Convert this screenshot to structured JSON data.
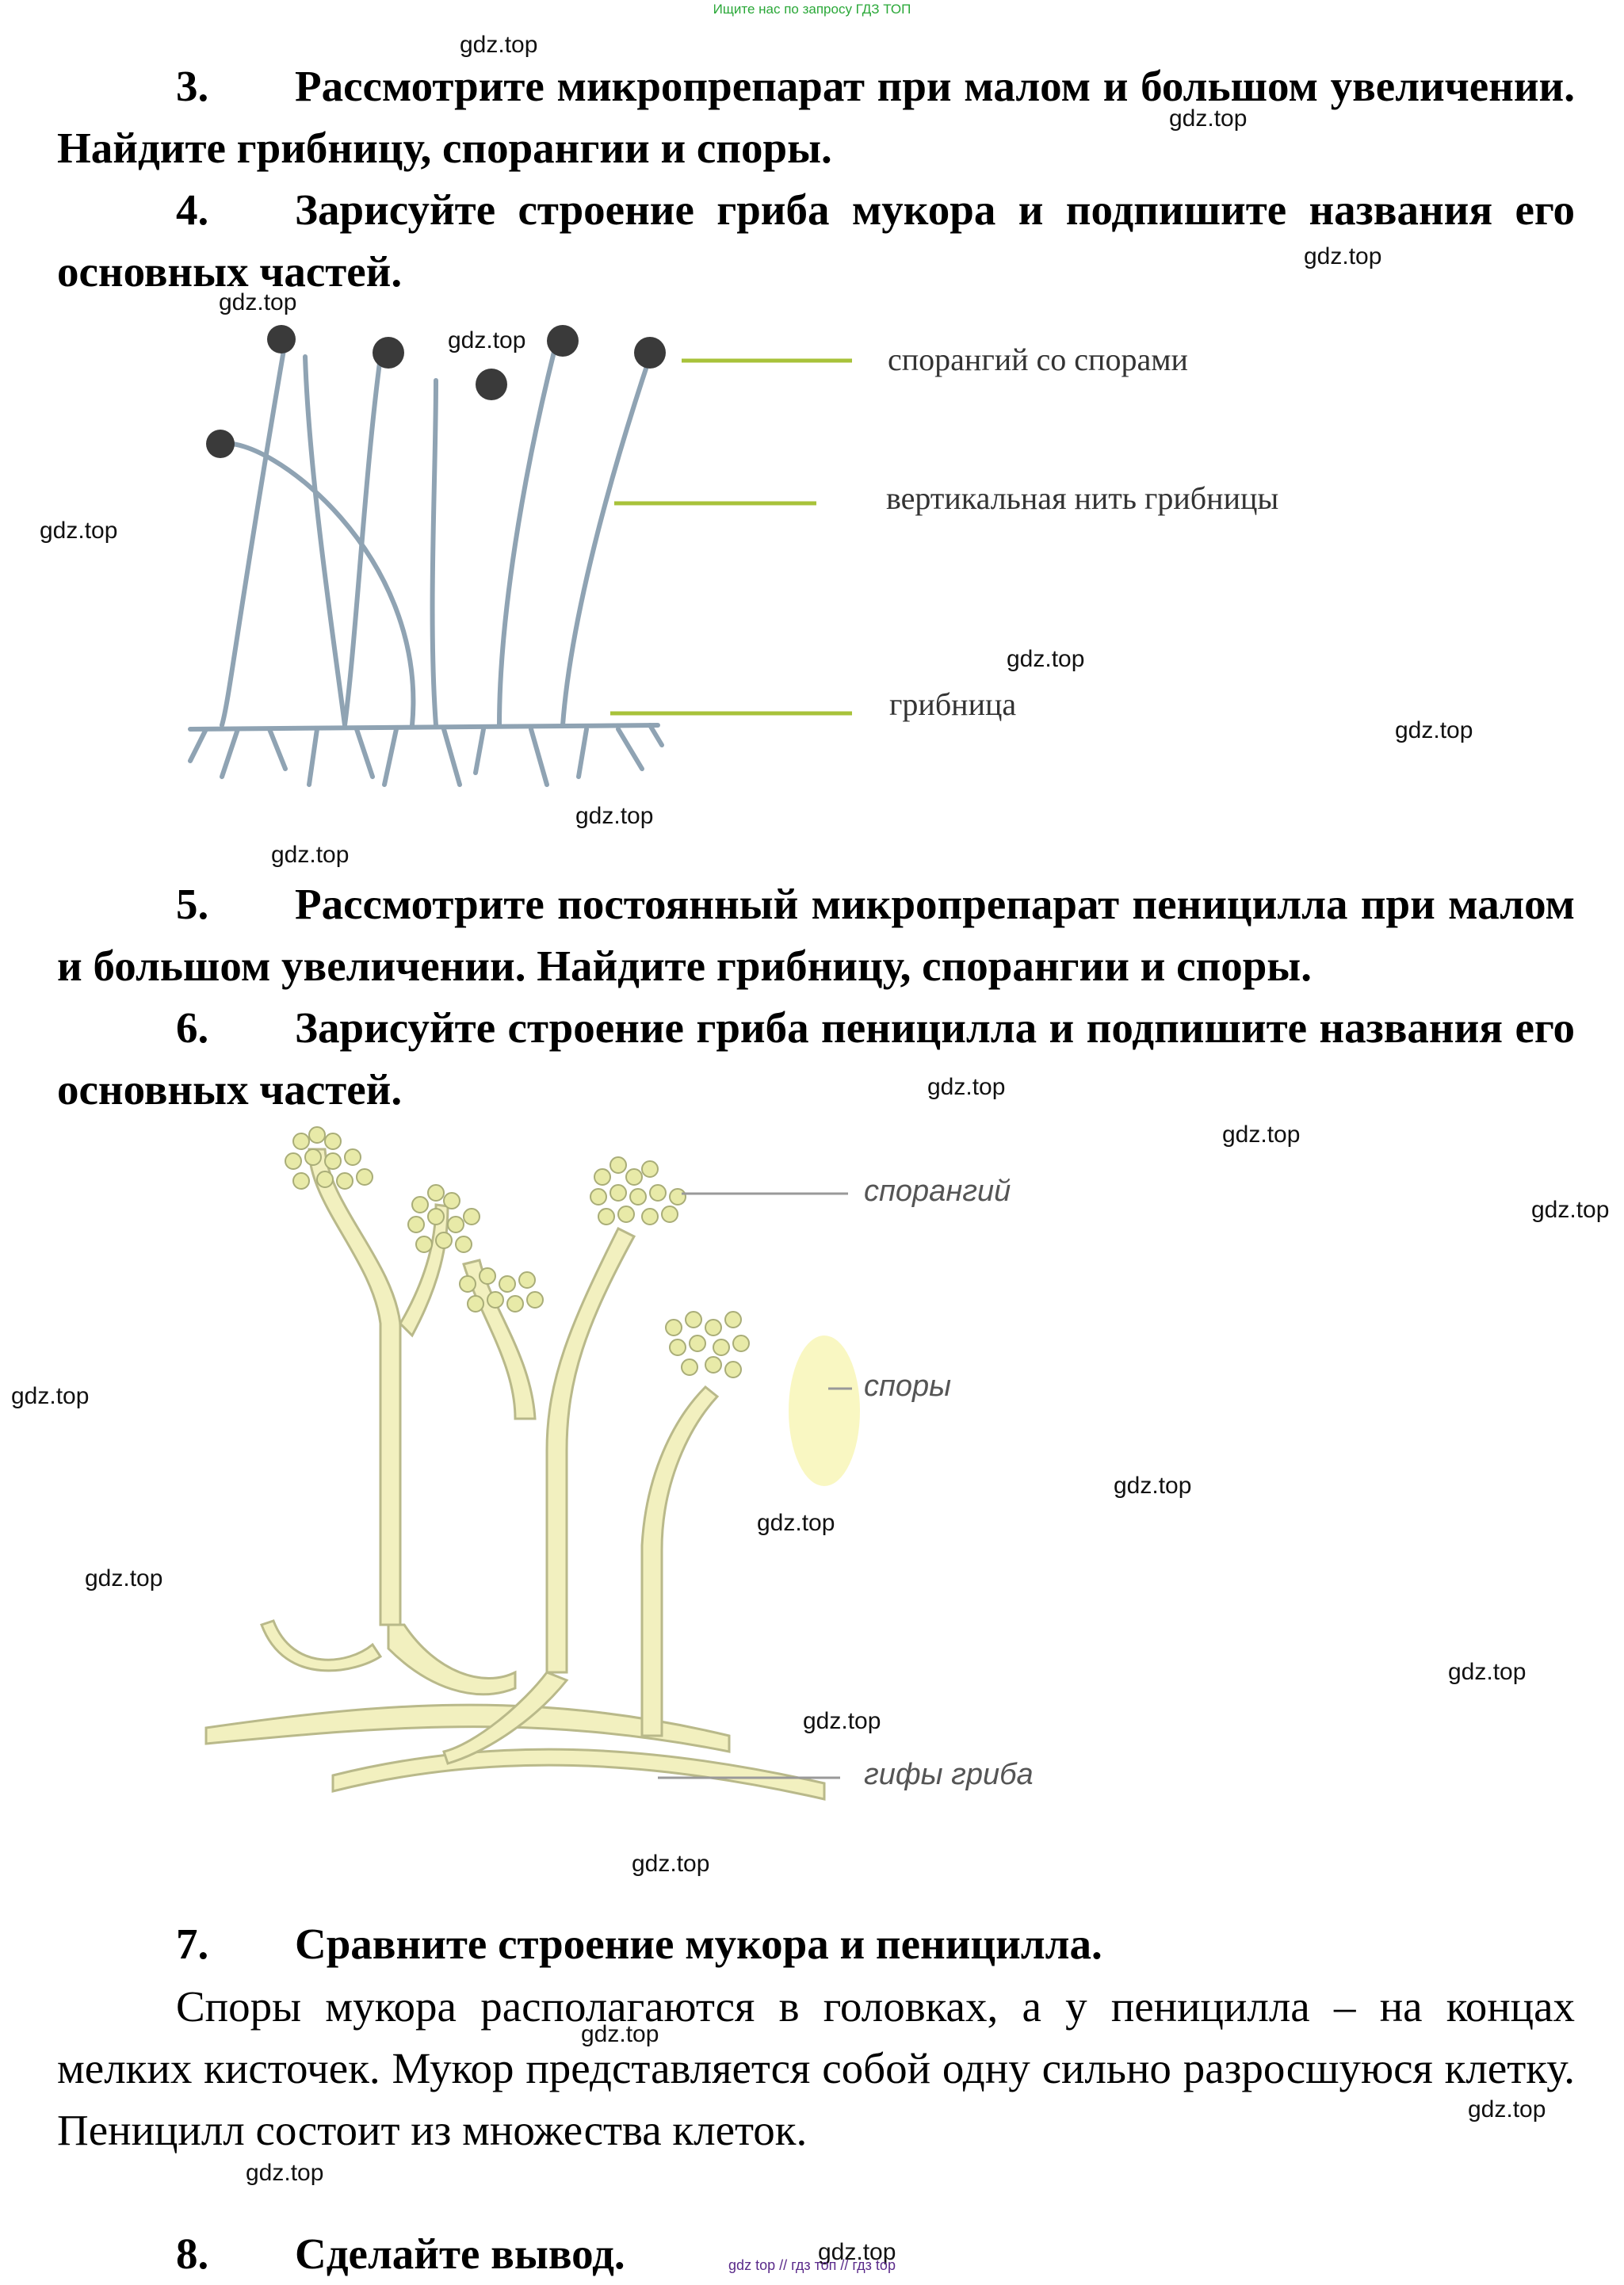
{
  "top_banner": "Ищите нас по запросу ГДЗ ТОП",
  "items": {
    "q3": {
      "num": "3.",
      "text": "Рассмотрите микропрепарат при малом и большом увеличении. Найдите грибницу, спорангии и споры."
    },
    "q4": {
      "num": "4.",
      "text": "Зарисуйте строение гриба мукора и подпишите названия его основных частей."
    },
    "q5": {
      "num": "5.",
      "text": "Рассмотрите постоянный микропрепарат пеницилла при малом и большом увеличении. Найдите грибницу, спорангии и споры."
    },
    "q6": {
      "num": "6.",
      "text": "Зарисуйте строение гриба пеницилла и подпишите названия его основных частей."
    },
    "q7": {
      "num": "7.",
      "text": "Сравните строение мукора и пеницилла."
    },
    "answer7": "Споры мукора располагаются в головках, а у пеницилла – на концах мелких кисточек. Мукор представляется собой одну сильно разросшуюся клетку. Пеницилл состоит из множества клеток.",
    "q8": {
      "num": "8.",
      "text": "Сделайте вывод."
    }
  },
  "mucor_labels": {
    "sporangium": "спорангий со спорами",
    "vertical_hypha": "вертикальная нить грибницы",
    "mycelium": "грибница"
  },
  "penicillium_labels": {
    "sporangium": "спорангий",
    "spores": "споры",
    "hyphae": "гифы гриба"
  },
  "watermark": "gdz.top",
  "footer": "gdz top  //  гдз топ  //  гдз top",
  "colors": {
    "accent_line": "#a8c23a",
    "penicillium_fill": "#f2f0bf",
    "penicillium_stroke": "#b9b98a",
    "mucor_stroke": "#8fa3b3"
  }
}
